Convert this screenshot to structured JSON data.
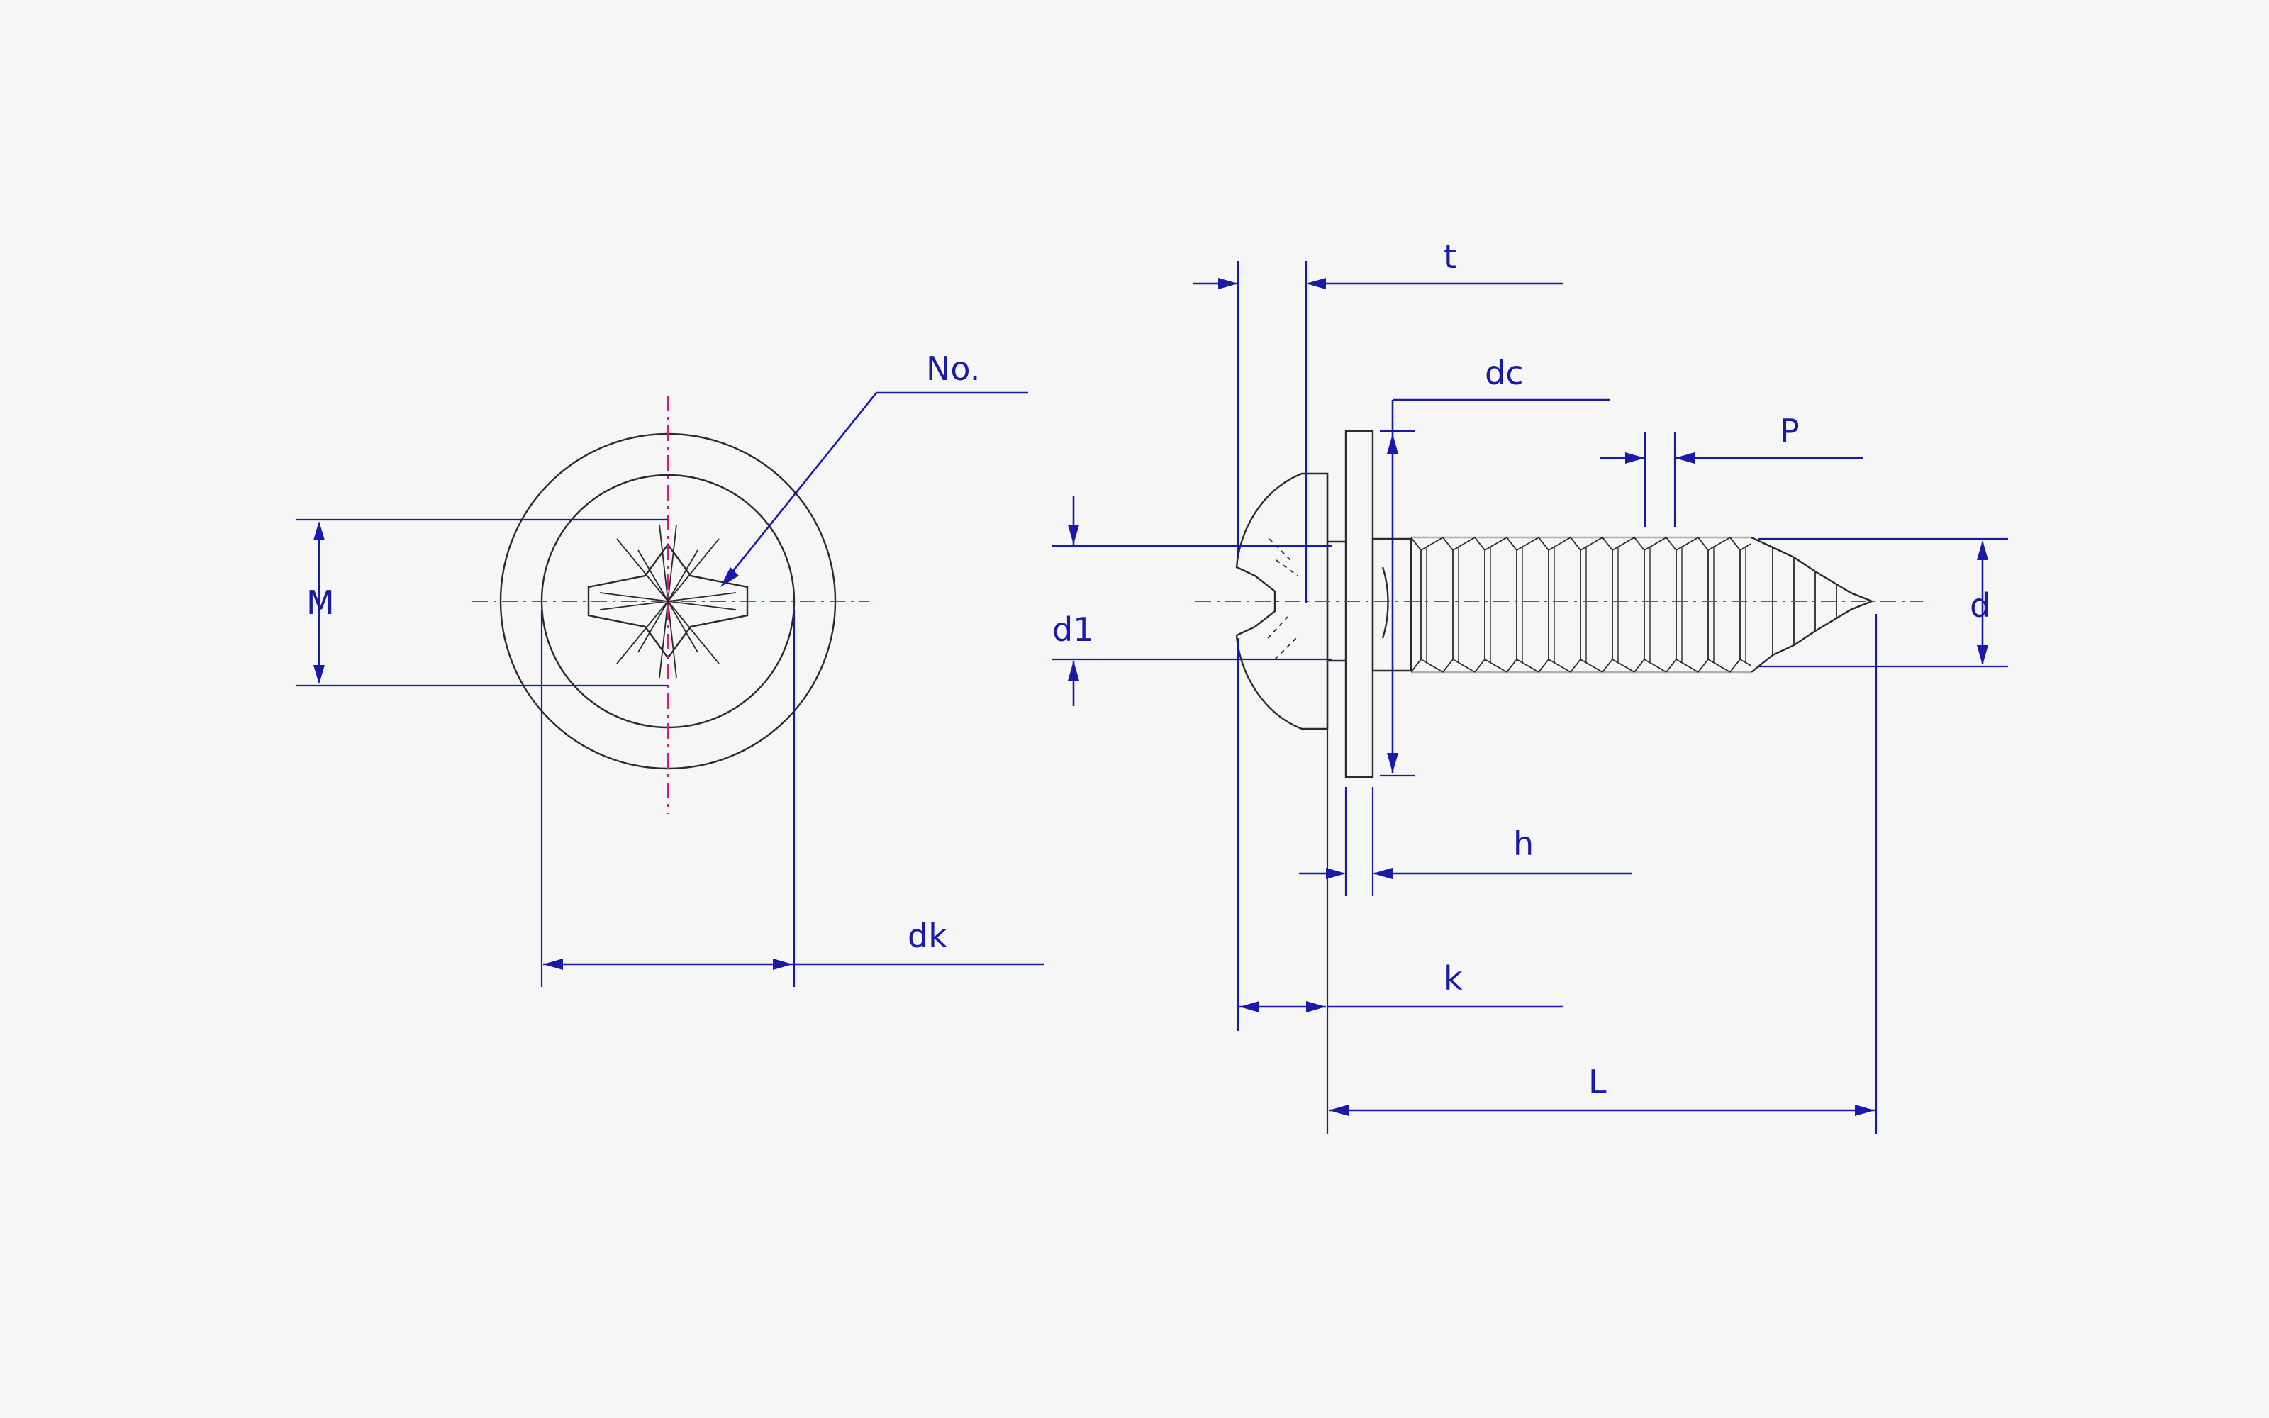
{
  "labels": {
    "no": "No.",
    "m": "M",
    "dk": "dk",
    "t": "t",
    "dc": "dc",
    "p": "P",
    "d1": "d1",
    "d": "d",
    "h": "h",
    "k": "k",
    "l": "L"
  },
  "colors": {
    "dimension": "#1a1aa8",
    "centerline": "#d81b73",
    "outline": "#2a2a2a",
    "paper": "#f6f6f6"
  }
}
